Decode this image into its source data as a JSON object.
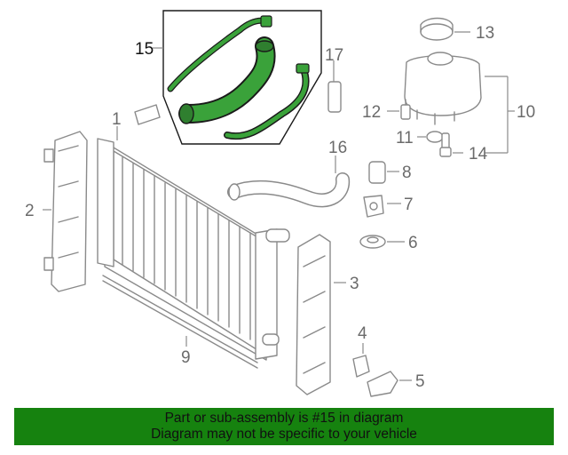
{
  "callouts": {
    "c1": "1",
    "c2": "2",
    "c3": "3",
    "c4": "4",
    "c5": "5",
    "c6": "6",
    "c7": "7",
    "c8": "8",
    "c9": "9",
    "c10": "10",
    "c11": "11",
    "c12": "12",
    "c13": "13",
    "c14": "14",
    "c15": "15",
    "c16": "16",
    "c17": "17"
  },
  "banner": {
    "line1": "Part or sub-assembly is #15 in diagram",
    "line2": "Diagram may not be specific to your vehicle"
  },
  "colors": {
    "highlight_green": "#3aa23a",
    "banner_green": "#16820f",
    "line_gray": "#8a8a8a"
  }
}
